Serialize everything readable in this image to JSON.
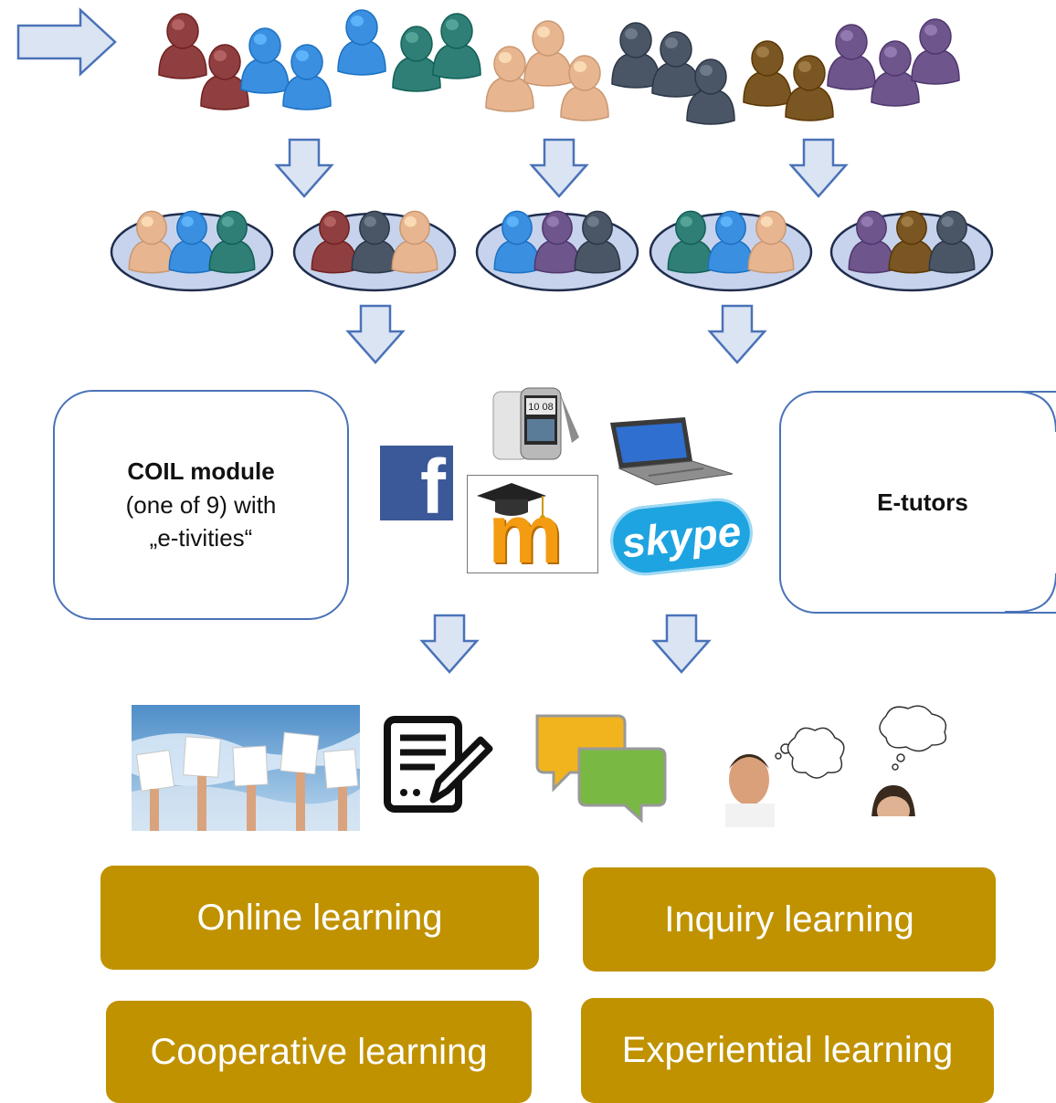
{
  "module_box": {
    "title": "COIL module",
    "line2": "(one of 9) with",
    "line3": "„e-tivities“"
  },
  "tutors_box": {
    "title": "E-tutors"
  },
  "tools": {
    "phone_clock": "10 08",
    "skype_logo": "skype",
    "facebook_logo": "f",
    "moodle_logo": "m"
  },
  "learning_types": [
    "Online learning",
    "Inquiry learning",
    "Cooperative learning",
    "Experiential learning"
  ],
  "colors": {
    "arrow_fill": "#dbe4f3",
    "arrow_stroke": "#4a72b8",
    "group_fill": "#c7d3ec",
    "gold": "#c09200",
    "person_colors": {
      "red": "#8f3f3f",
      "blue": "#3a8fe0",
      "teal": "#2f7f76",
      "peach": "#e7b690",
      "slate": "#4a5566",
      "brown": "#7a5622",
      "purple": "#6e558c"
    }
  }
}
